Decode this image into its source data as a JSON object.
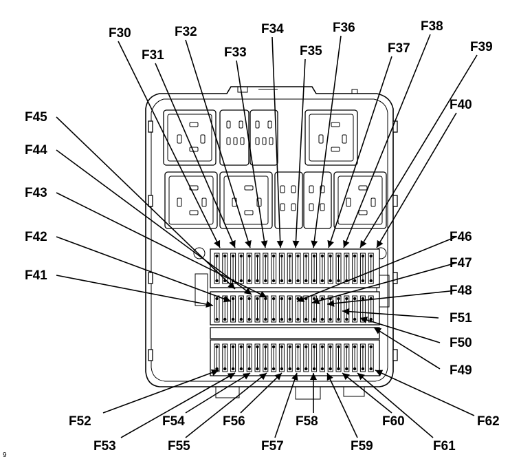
{
  "labels": {
    "F30": "F30",
    "F31": "F31",
    "F32": "F32",
    "F33": "F33",
    "F34": "F34",
    "F35": "F35",
    "F36": "F36",
    "F37": "F37",
    "F38": "F38",
    "F39": "F39",
    "F40": "F40",
    "F41": "F41",
    "F42": "F42",
    "F43": "F43",
    "F44": "F44",
    "F45": "F45",
    "F46": "F46",
    "F47": "F47",
    "F48": "F48",
    "F49": "F49",
    "F50": "F50",
    "F51": "F51",
    "F52": "F52",
    "F53": "F53",
    "F54": "F54",
    "F55": "F55",
    "F56": "F56",
    "F57": "F57",
    "F58": "F58",
    "F59": "F59",
    "F60": "F60",
    "F61": "F61",
    "F62": "F62"
  },
  "corner_mark": "9"
}
